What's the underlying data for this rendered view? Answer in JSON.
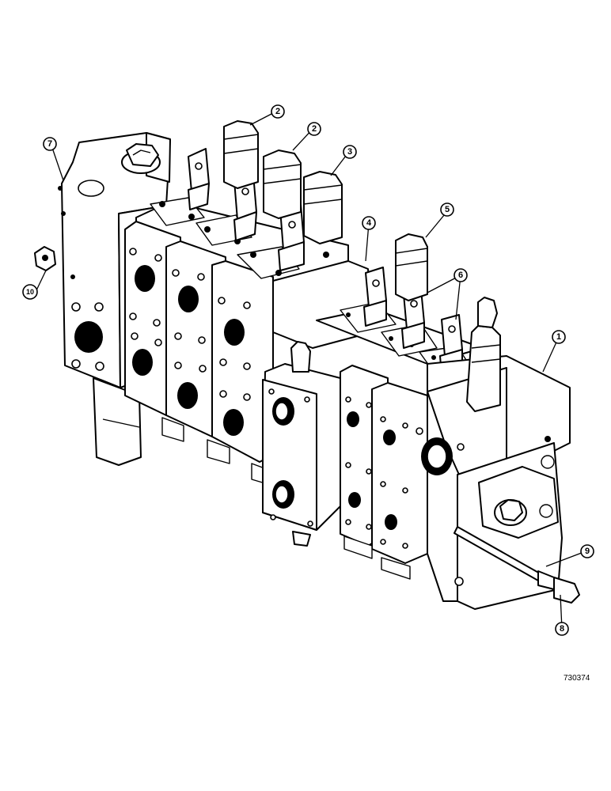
{
  "figure_id": "730374",
  "callouts": [
    {
      "id": "callout-1",
      "label": "1"
    },
    {
      "id": "callout-2a",
      "label": "2"
    },
    {
      "id": "callout-2b",
      "label": "2"
    },
    {
      "id": "callout-3",
      "label": "3"
    },
    {
      "id": "callout-4",
      "label": "4"
    },
    {
      "id": "callout-5",
      "label": "5"
    },
    {
      "id": "callout-6",
      "label": "6"
    },
    {
      "id": "callout-7",
      "label": "7"
    },
    {
      "id": "callout-8",
      "label": "8"
    },
    {
      "id": "callout-9",
      "label": "9"
    },
    {
      "id": "callout-10",
      "label": "10"
    }
  ]
}
